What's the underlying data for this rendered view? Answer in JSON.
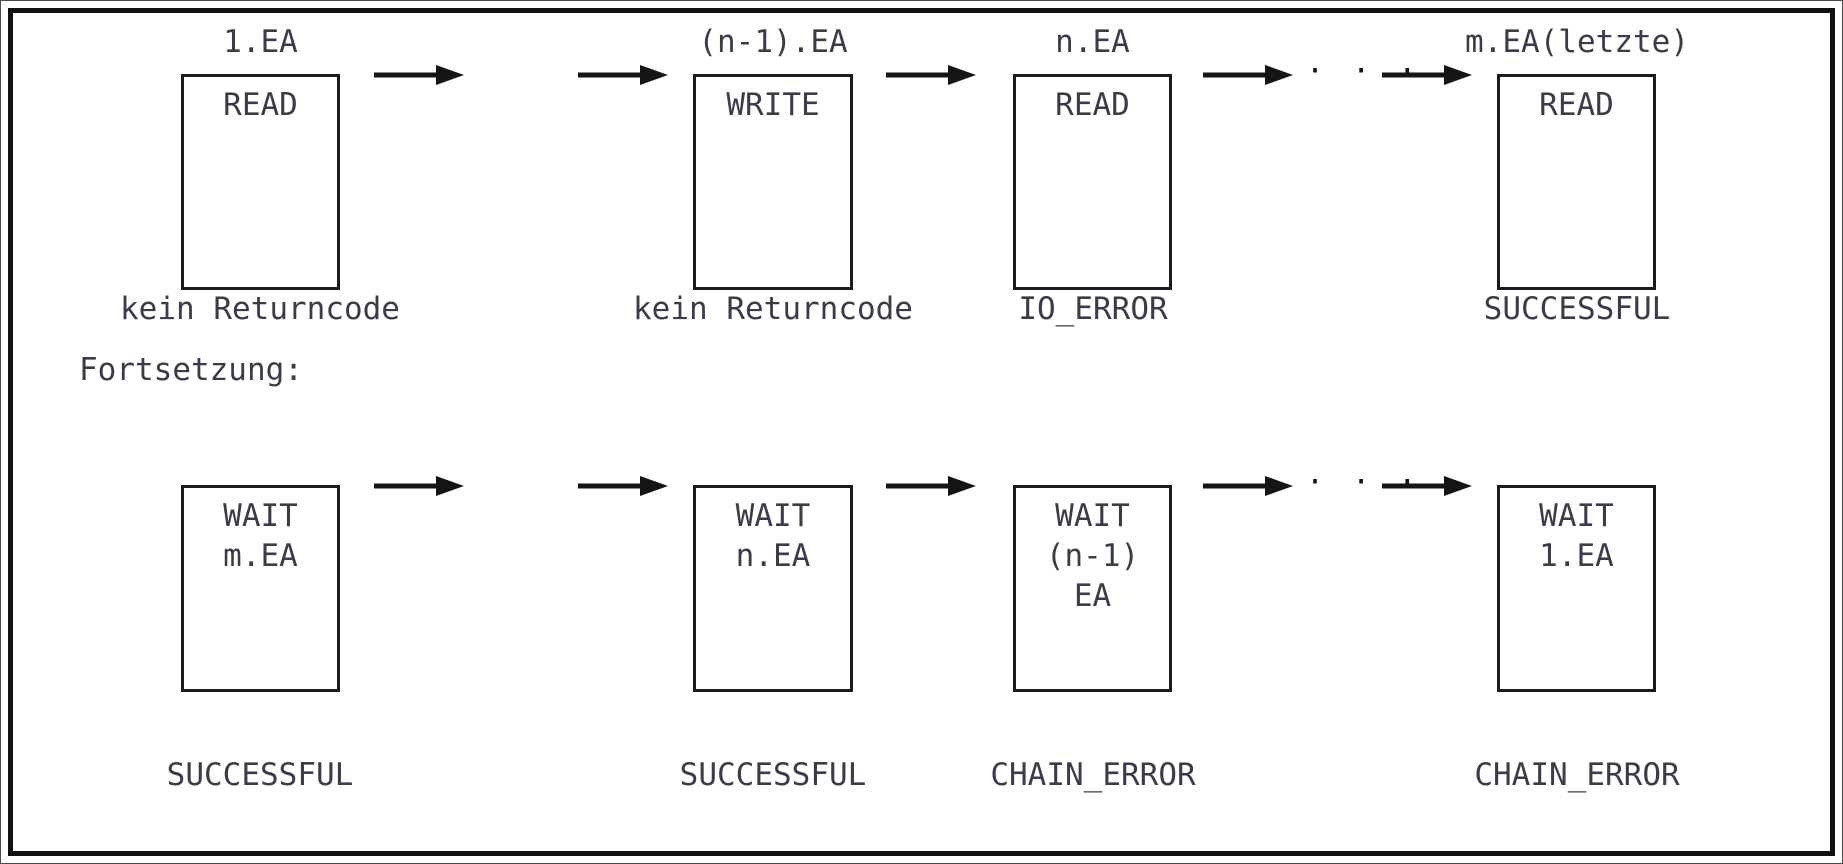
{
  "diagram": {
    "title_label_section": "Fortsetzung:",
    "rows": [
      {
        "id": "row-initiation",
        "steps": [
          {
            "header": "1.EA",
            "box_text": "READ",
            "returncode": "kein Returncode"
          },
          {
            "header": "(n-1).EA",
            "box_text": "WRITE",
            "returncode": "kein Returncode"
          },
          {
            "header": "n.EA",
            "box_text": "READ",
            "returncode": "IO_ERROR"
          },
          {
            "header": "m.EA(letzte)",
            "box_text": "READ",
            "returncode": "SUCCESSFUL"
          }
        ]
      },
      {
        "id": "row-continuation",
        "steps": [
          {
            "header": "",
            "box_text": "WAIT\nm.EA",
            "returncode": "SUCCESSFUL"
          },
          {
            "header": "",
            "box_text": "WAIT\nn.EA",
            "returncode": "SUCCESSFUL"
          },
          {
            "header": "",
            "box_text": "WAIT\n(n-1)\nEA",
            "returncode": "CHAIN_ERROR"
          },
          {
            "header": "",
            "box_text": "WAIT\n1.EA",
            "returncode": "CHAIN_ERROR"
          }
        ]
      }
    ],
    "ellipsis": "· · ·",
    "colors": {
      "frame": "#111111",
      "box_border": "#1b1b1b",
      "text": "#3b3b4a",
      "arrow": "#151515",
      "background": "#ffffff"
    }
  }
}
